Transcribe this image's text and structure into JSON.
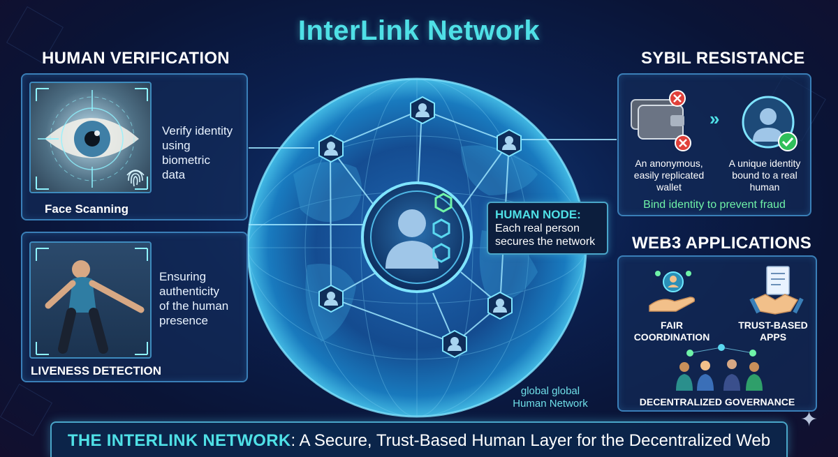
{
  "title": "InterLink Network",
  "human_verification": {
    "heading": "HUMAN VERIFICATION",
    "face": {
      "text_lines": [
        "Verify identity",
        "using",
        "biometric",
        "data"
      ],
      "caption": "Face Scanning"
    },
    "liveness": {
      "text_lines": [
        "Ensuring",
        "authenticity",
        "of the human",
        "presence"
      ],
      "caption": "LIVENESS DETECTION"
    }
  },
  "human_node": {
    "title": "HUMAN NODE:",
    "body_lines": [
      "Each real person",
      "secures the network"
    ]
  },
  "globe_label_lines": [
    "global global",
    "Human Network"
  ],
  "sybil": {
    "heading": "SYBIL RESISTANCE",
    "left_lines": [
      "An anonymous,",
      "easily replicated",
      "wallet"
    ],
    "right_lines": [
      "A unique identity",
      "bound to a real",
      "human"
    ],
    "footer": "Bind identity to prevent fraud"
  },
  "web3": {
    "heading": "WEB3 APPLICATIONS",
    "fair_lines": [
      "FAIR",
      "COORDINATION"
    ],
    "trust_lines": [
      "TRUST-BASED",
      "APPS"
    ],
    "governance": "DECENTRALIZED GOVERNANCE"
  },
  "bottom": {
    "strong": "THE INTERLINK NETWORK",
    "rest": ": A Secure, Trust-Based Human Layer for the Decentralized Web"
  },
  "colors": {
    "accent": "#4fe0e6",
    "panel_border": "#3a7fb8",
    "danger": "#e0403a",
    "success": "#2fbf5a"
  }
}
